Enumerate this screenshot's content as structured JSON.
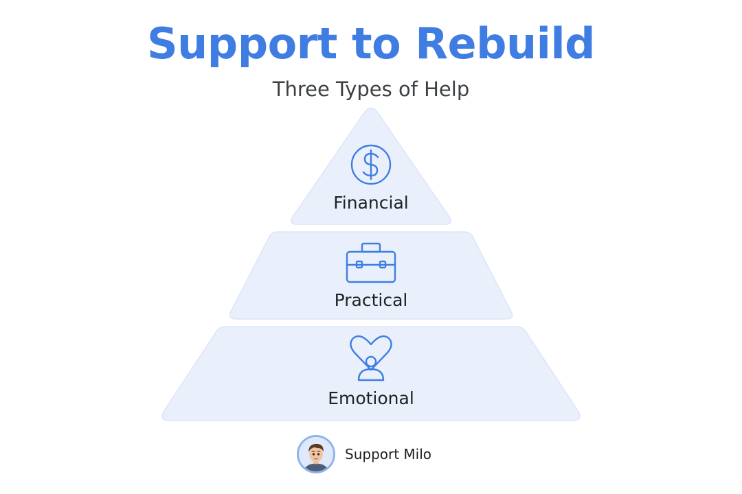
{
  "title": "Support to Rebuild",
  "subtitle": "Three Types of Help",
  "colors": {
    "accent": "#3f7de3",
    "tier_fill": "#e9f0fc",
    "tier_stroke": "#dbe5f7",
    "text": "#202124",
    "subtitle": "#3c4043"
  },
  "tiers": [
    {
      "label": "Financial",
      "icon": "dollar-circle-icon"
    },
    {
      "label": "Practical",
      "icon": "briefcase-icon"
    },
    {
      "label": "Emotional",
      "icon": "heart-person-icon"
    }
  ],
  "credit": {
    "name": "Support Milo",
    "avatar": "cartoon-man-avatar"
  }
}
